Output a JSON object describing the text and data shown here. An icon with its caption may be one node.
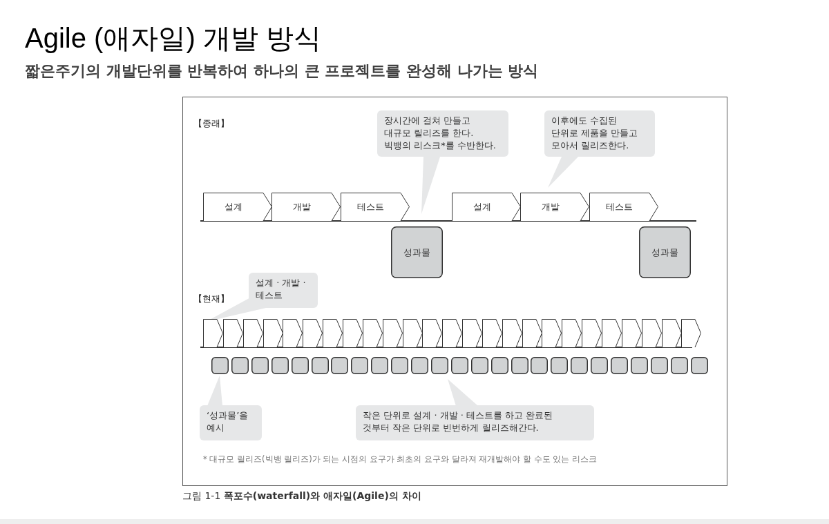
{
  "diagram": {
    "title": "Agile (애자일) 개발 방식",
    "caption": "그림 1-1 **폭포수(waterfall)와 애자일(Agile)의 차이**",
    "nodes": [
      {
        "text": [
          "장시간에 걸쳐 만들고 대규모 릴리즈를 한다. 빅뱅의 리스크*를 수반한다."
        ]
      },
      {
        "text": [
          "이후에도 수집된 단위로 제품을 만들고 모아서 릴리즈한다."
        ]
      },
      {
        "text": [
          "설계"
        ]
      },
      {
        "text": [
          "개발"
        ]
      },
      {
        "text": [
          "테스트"
        ]
      },
      {
        "text": [
          "설계"
        ]
      },
      {
        "text": [
          "개발"
        ]
      },
      {
        "text": [
          "테스트"
        ]
      },
      {
        "text": [
          "성과물"
        ]
      },
      {
        "text": [
          "성과물"
        ]
      },
      {
        "text": [
          "설계 · 개발 · 테스트"
        ]
      },
      {
        "text": [],
        "shape": "chevron"
      },
      {
        "text": [],
        "shape": "chevron"
      },
      {
        "text": [],
        "shape": "chevron"
      },
      {
        "text": [],
        "shape": "chevron"
      },
      {
        "text": [],
        "shape": "chevron"
      },
      {
        "text": [],
        "shape": "chevron"
      },
      {
        "text": [],
        "shape": "chevron"
      },
      {
        "text": [],
        "shape": "chevron"
      },
      {
        "text": [],
        "shape": "chevron"
      },
      {
        "text": [],
        "shape": "chevron"
      },
      {
        "text": [],
        "shape": "chevron"
      },
      {
        "text": [],
        "shape": "chevron"
      },
      {
        "text": [],
        "shape": "chevron"
      },
      {
        "text": [],
        "shape": "chevron"
      },
      {
        "text": [],
        "shape": "chevron"
      },
      {
        "text": [],
        "shape": "chevron"
      },
      {
        "text": [],
        "shape": "chevron"
      },
      {
        "text": [],
        "shape": "chevron"
      },
      {
        "text": [],
        "shape": "chevron"
      },
      {
        "text": [],
        "shape": "chevron"
      },
      {
        "text": [],
        "shape": "chevron"
      },
      {
        "text": [],
        "shape": "chevron"
      },
      {
        "text": [],
        "shape": "chevron"
      },
      {
        "text": [],
        "shape": "chevron"
      },
      {
        "text": [],
        "shape": "chevron"
      },
      {
        "text": [],
        "shape": "box"
      },
      {
        "text": [],
        "shape": "box"
      },
      {
        "text": [],
        "shape": "box"
      },
      {
        "text": [],
        "shape": "box"
      },
      {
        "text": [],
        "shape": "box"
      },
      {
        "text": [],
        "shape": "box"
      },
      {
        "text": [],
        "shape": "box"
      },
      {
        "text": [],
        "shape": "box"
      },
      {
        "text": [],
        "shape": "box"
      },
      {
        "text": [],
        "shape": "box"
      },
      {
        "text": [],
        "shape": "box"
      },
      {
        "text": [],
        "shape": "box"
      },
      {
        "text": [],
        "shape": "box"
      },
      {
        "text": [],
        "shape": "box"
      },
      {
        "text": [],
        "shape": "box"
      },
      {
        "text": [],
        "shape": "box"
      },
      {
        "text": [],
        "shape": "box"
      },
      {
        "text": [],
        "shape": "box"
      },
      {
        "text": [],
        "shape": "box"
      },
      {
        "text": [],
        "shape": "box"
      },
      {
        "text": [],
        "shape": "box"
      },
      {
        "text": [],
        "shape": "box"
      },
      {
        "text": [],
        "shape": "box"
      },
      {
        "text": [],
        "shape": "box"
      },
      {
        "text": [],
        "shape": "box"
      },
      {
        "text": [
          "‘성과물’을 예시"
        ]
      },
      {
        "text": [
          "작은 단위로 설계 · 개발 · 테스트를 하고 완료된 것부터 작은 단위로 빈번하게 릴리즈해간다."
        ]
      }
    ],
    "labels": [
      "짧은주기의 개발단위를 반복하여 하나의 큰 프로젝트를 완성해 나가는 방식",
      "【종래】",
      "【현재】",
      "* 대규모 릴리즈(빅뱅 릴리즈)가 되는 시점의 요구가 최초의 요구와 달라져 재개발해야 할 수도 있는 리스크"
    ]
  }
}
